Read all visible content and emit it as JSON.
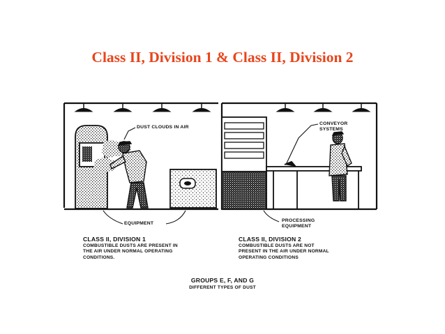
{
  "title": "Class II, Division 1 & Class II, Division 2",
  "labels": {
    "dust_clouds": "DUST CLOUDS IN AIR",
    "conveyor": "CONVEYOR\nSYSTEMS",
    "equipment": "EQUIPMENT",
    "processing": "PROCESSING\nEQUIPMENT"
  },
  "division1": {
    "heading": "CLASS II, DIVISION 1",
    "text": "COMBUSTIBLE DUSTS ARE PRESENT IN\nTHE AIR UNDER NORMAL OPERATING\nCONDITIONS."
  },
  "division2": {
    "heading": "CLASS II, DIVISION 2",
    "text": "COMBUSTIBLE DUSTS ARE NOT\nPRESENT IN THE AIR UNDER NORMAL\nOPERATING CONDITIONS"
  },
  "groups": {
    "heading": "GROUPS E, F, AND G",
    "text": "DIFFERENT TYPES OF DUST"
  }
}
